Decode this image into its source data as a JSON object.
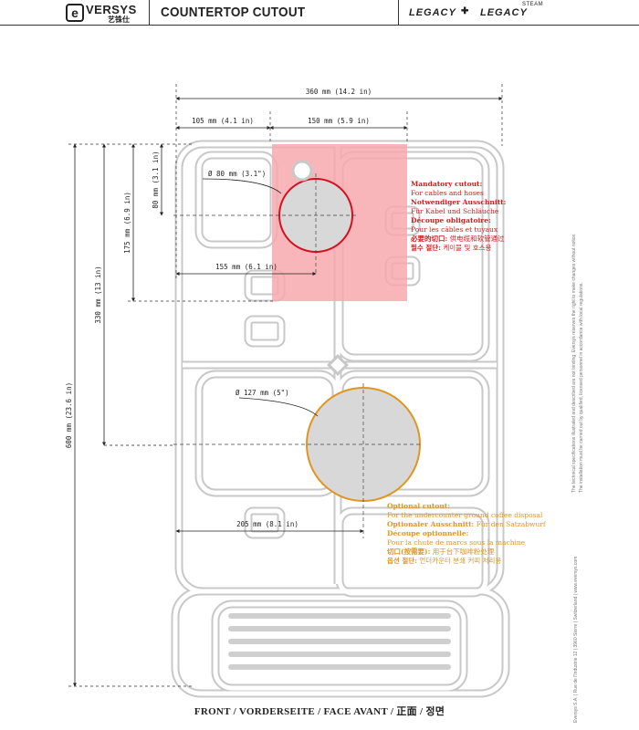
{
  "header": {
    "logo_mark": "e",
    "logo_name": "VERSYS",
    "logo_cn": "艺铢仕",
    "title": "COUNTERTOP CUTOUT",
    "brand_legacy": "LEGACY",
    "brand_legacy_steam": "LEGACY",
    "brand_steam_sup": "STEAM"
  },
  "dimensions": {
    "width_total": "360 mm (14.2 in)",
    "left_offset": "105 mm (4.1 in)",
    "mandatory_width": "150 mm (5.9 in)",
    "depth_total": "600 mm (23.6 in)",
    "depth_330": "330 mm (13 in)",
    "depth_175": "175 mm (6.9 in)",
    "depth_80": "80 mm (3.1 in)",
    "diam_80": "Ø 80 mm (3.1\")",
    "dist_155": "155 mm (6.1 in)",
    "diam_127": "Ø 127 mm (5\")",
    "dist_205": "205 mm (8.1 in)"
  },
  "mandatory": {
    "en_title": "Mandatory cutout:",
    "en_text": "For cables and hoses",
    "de_title": "Notwendiger Ausschnitt:",
    "de_text": "Für Kabel und Schläuche",
    "fr_title": "Découpe obligatoire:",
    "fr_text": "Pour les câbles et tuyaux",
    "cn_title": "必要的切口:",
    "cn_text": "供电缆和软管通过",
    "kr_title": "필수 절단:",
    "kr_text": "케이블 및 호스용",
    "color": "#cc1f1f"
  },
  "optional": {
    "en_title": "Optional cutout:",
    "en_text": "For the undercounter ground coffee disposal",
    "de_title": "Optionaler Ausschnitt:",
    "de_text": "Für den Satzabwurf",
    "fr_title": "Découpe optionnelle:",
    "fr_text": "Pour la chute de marcs sous la machine",
    "cn_title": "切口(按需要):",
    "cn_text": "用于台下咖啡粉处理",
    "kr_title": "옵션 절단:",
    "kr_text": "언더카운터 분쇄 커피 처리용",
    "color": "#e09520"
  },
  "footer": {
    "view_label": "FRONT / VORDERSEITE / FACE AVANT / 正面 / 정면"
  },
  "side": {
    "disclaimer_1": "The technical specifications illustrated and described are not binding. Eversys reserves the right to make changes without notice.",
    "disclaimer_2": "The installation must be carried out by qualified, licensed personnel in accordance with local regulations.",
    "company": "Eversys S.A. | Rue de l'Industrie 12 | 3960 Sierre | Switzerland | www.eversys.com"
  }
}
